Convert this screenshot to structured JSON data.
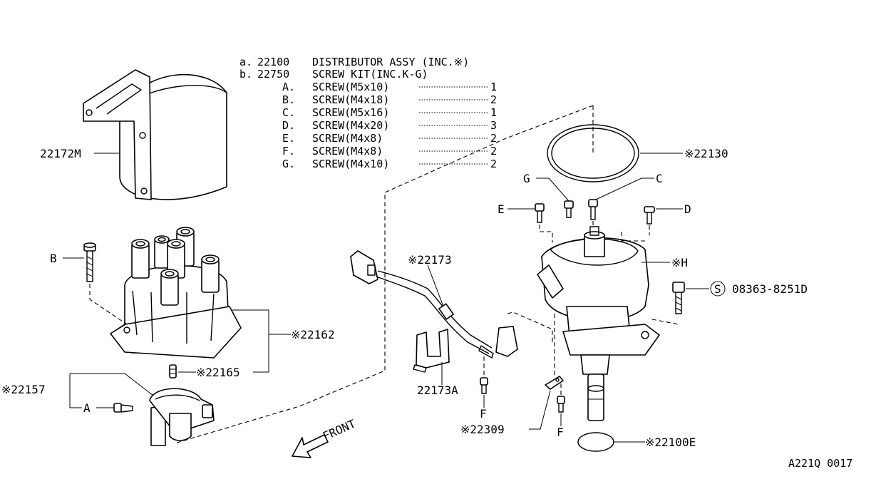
{
  "legend": [
    {
      "key": "a.",
      "part": "22100",
      "desc": "DISTRIBUTOR ASSY (INC.※)",
      "qty": ""
    },
    {
      "key": "b.",
      "part": "22750",
      "desc": "SCREW KIT(INC.K-G)",
      "qty": ""
    },
    {
      "key": "A.",
      "part": "",
      "desc": "SCREW(M5x10)",
      "qty": "1"
    },
    {
      "key": "B.",
      "part": "",
      "desc": "SCREW(M4x18)",
      "qty": "2"
    },
    {
      "key": "C.",
      "part": "",
      "desc": "SCREW(M5x16)",
      "qty": "1"
    },
    {
      "key": "D.",
      "part": "",
      "desc": "SCREW(M4x20)",
      "qty": "3"
    },
    {
      "key": "E.",
      "part": "",
      "desc": "SCREW(M4x8)",
      "qty": "2"
    },
    {
      "key": "F.",
      "part": "",
      "desc": "SCREW(M4x8)",
      "qty": "2"
    },
    {
      "key": "G.",
      "part": "",
      "desc": "SCREW(M4x10)",
      "qty": "2"
    }
  ],
  "callouts": {
    "p22172m": "22172M",
    "p22130": "※22130",
    "pB": "B",
    "pG": "G",
    "pC": "C",
    "pE": "E",
    "pD": "D",
    "pH": "※H",
    "p22173": "※22173",
    "p08363": "08363-8251D",
    "p08363_prefix": "S",
    "p22162": "※22162",
    "p22165": "※22165",
    "p22157": "※22157",
    "pA": "A",
    "p22173a": "22173A",
    "pF1": "F",
    "p22309": "※22309",
    "pF2": "F",
    "p22100e": "※22100E",
    "front": "FRONT"
  },
  "diagram_code": "A221Q 0017"
}
